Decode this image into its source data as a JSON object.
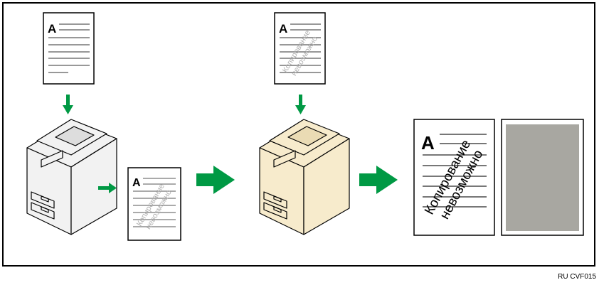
{
  "diagram": {
    "doc_letter": "A",
    "watermark_line1": "Копирование",
    "watermark_line2": "невозможно",
    "figure_code": "RU CVF015",
    "colors": {
      "arrow": "#009944",
      "copier_plain": "#f2f2f2",
      "copier_beige": "#f7ebcc",
      "result_gray": "#a8a7a1",
      "watermark_faint": "#b0b0b0"
    }
  }
}
